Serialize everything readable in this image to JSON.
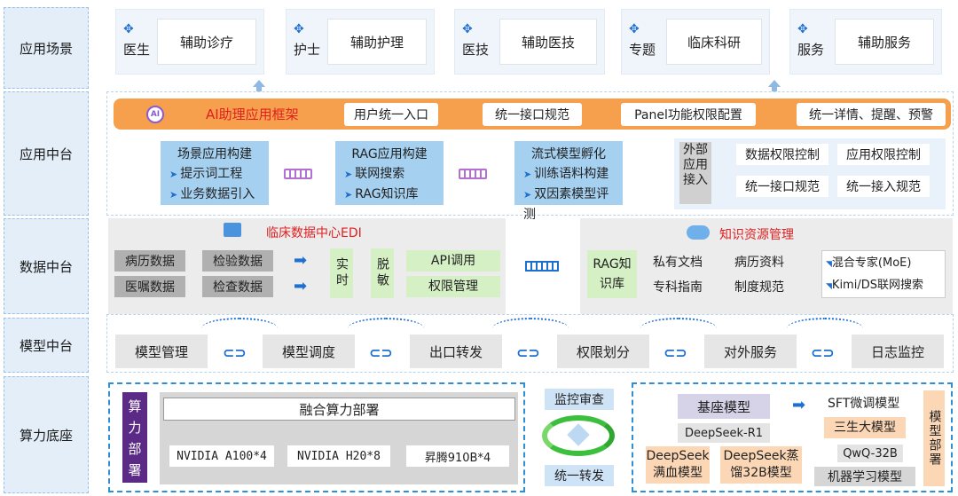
{
  "layers": [
    "应用场景",
    "应用中台",
    "数据中台",
    "模型中台",
    "算力底座"
  ],
  "scenarios": [
    {
      "tag": "医生",
      "label": "辅助诊疗"
    },
    {
      "tag": "护士",
      "label": "辅助护理"
    },
    {
      "tag": "医技",
      "label": "辅助医技"
    },
    {
      "tag": "专题",
      "label": "临床科研"
    },
    {
      "tag": "服务",
      "label": "辅助服务"
    }
  ],
  "framework": {
    "logo": "AI",
    "title": "AI助理应用框架",
    "pills": [
      "用户统一入口",
      "统一接口规范",
      "Panel功能权限配置",
      "统一详情、提醒、预警"
    ]
  },
  "builders": [
    {
      "title": "场景应用构建",
      "items": [
        "提示词工程",
        "业务数据引入"
      ]
    },
    {
      "title": "RAG应用构建",
      "items": [
        "联网搜索",
        "RAG知识库"
      ]
    },
    {
      "title": "流式模型孵化",
      "items": [
        "训练语料构建",
        "双因素模型评测"
      ]
    }
  ],
  "external": {
    "title": "外部应用接入",
    "items": [
      "数据权限控制",
      "应用权限控制",
      "统一接口规范",
      "统一接入规范"
    ]
  },
  "edi": {
    "title": "临床数据中心EDI",
    "data": [
      "病历数据",
      "检验数据",
      "医嘱数据",
      "检查数据"
    ],
    "realtime": "实时",
    "desens": "脱敏",
    "api": "API调用",
    "perm": "权限管理"
  },
  "knowledge": {
    "title": "知识资源管理",
    "rag": "RAG知识库",
    "items": [
      "私有文档",
      "病历资料",
      "专科指南",
      "制度规范"
    ],
    "extras": [
      "混合专家(MoE)",
      "Kimi/DS联网搜索"
    ]
  },
  "model_center": [
    "模型管理",
    "模型调度",
    "出口转发",
    "权限划分",
    "对外服务",
    "日志监控"
  ],
  "compute": {
    "side": "算力部署",
    "fusion": "融合算力部署",
    "gpus": [
      "NVIDIA A100*4",
      "NVIDIA H20*8",
      "昇腾910B*4"
    ],
    "monitor": "监控审查",
    "forward": "统一转发"
  },
  "models": {
    "base": "基座模型",
    "sft": "SFT微调模型",
    "r1": "DeepSeek-R1",
    "sansheng": "三生大模型",
    "qwq": "QwQ-32B",
    "full": "DeepSeek满血模型",
    "distill": "DeepSeek蒸馏32B模型",
    "ml": "机器学习模型",
    "side": "模型部署"
  },
  "colors": {
    "accent": "#1e6fd0",
    "orange": "#f6a04d",
    "red": "#e02020",
    "purple": "#5b2a86"
  }
}
